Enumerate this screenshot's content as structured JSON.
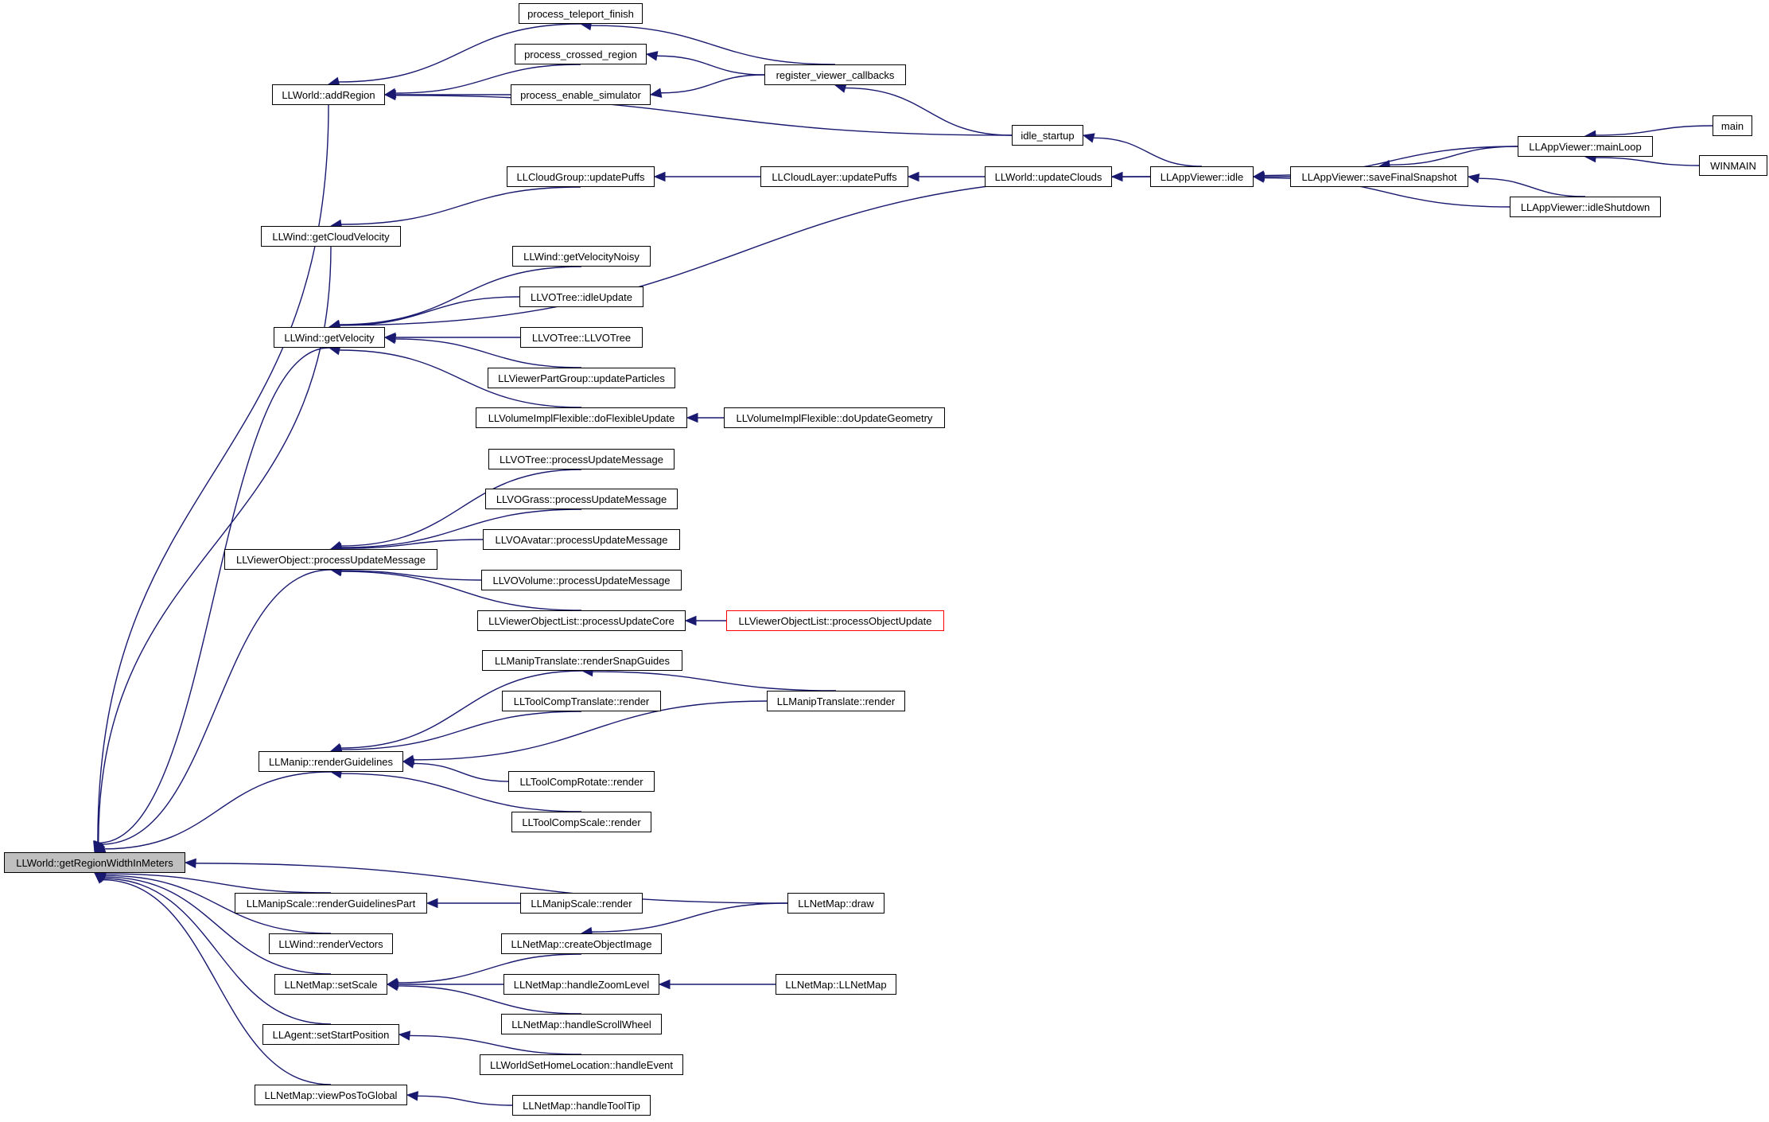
{
  "graph": {
    "root": {
      "label": "LLWorld::getRegionWidthInMeters"
    },
    "nodes": {
      "process_teleport_finish": "process_teleport_finish",
      "process_crossed_region": "process_crossed_region",
      "process_enable_simulator": "process_enable_simulator",
      "register_viewer_callbacks": "register_viewer_callbacks",
      "llworld_addregion": "LLWorld::addRegion",
      "idle_startup": "idle_startup",
      "llappviewer_mainloop": "LLAppViewer::mainLoop",
      "main": "main",
      "winmain": "WINMAIN",
      "llcloudgroup_updatepuffs": "LLCloudGroup::updatePuffs",
      "llcloudlayer_updatepuffs": "LLCloudLayer::updatePuffs",
      "llworld_updateclouds": "LLWorld::updateClouds",
      "llappviewer_idle": "LLAppViewer::idle",
      "llappviewer_savefinalsnapshot": "LLAppViewer::saveFinalSnapshot",
      "llappviewer_idleshutdown": "LLAppViewer::idleShutdown",
      "llwind_getcloudvelocity": "LLWind::getCloudVelocity",
      "llwind_getvelocitynoisy": "LLWind::getVelocityNoisy",
      "llvotree_idleupdate": "LLVOTree::idleUpdate",
      "llwind_getvelocity": "LLWind::getVelocity",
      "llvotree_llvotree": "LLVOTree::LLVOTree",
      "llviewerpartgroup_updateparticles": "LLViewerPartGroup::updateParticles",
      "llvolumeimplflexible_doflexibleupdate": "LLVolumeImplFlexible::doFlexibleUpdate",
      "llvolumeimplflexible_doupdategeometry": "LLVolumeImplFlexible::doUpdateGeometry",
      "llvotree_processupdatemessage": "LLVOTree::processUpdateMessage",
      "llvograss_processupdatemessage": "LLVOGrass::processUpdateMessage",
      "llvoavatar_processupdatemessage": "LLVOAvatar::processUpdateMessage",
      "llviewerobject_processupdatemessage": "LLViewerObject::processUpdateMessage",
      "llvovolume_processupdatemessage": "LLVOVolume::processUpdateMessage",
      "llviewerobjectlist_processupdatecore": "LLViewerObjectList::processUpdateCore",
      "llviewerobjectlist_processobjectupdate": "LLViewerObjectList::processObjectUpdate",
      "llmaniptranslate_rendersnapguides": "LLManipTranslate::renderSnapGuides",
      "lltoolcomptranslate_render": "LLToolCompTranslate::render",
      "llmaniptranslate_render": "LLManipTranslate::render",
      "llmanip_renderguidelines": "LLManip::renderGuidelines",
      "lltoolcomprotate_render": "LLToolCompRotate::render",
      "lltoolcompscale_render": "LLToolCompScale::render",
      "llmanipscale_renderguidelinespart": "LLManipScale::renderGuidelinesPart",
      "llmanipscale_render": "LLManipScale::render",
      "llnetmap_draw": "LLNetMap::draw",
      "llwind_rendervectors": "LLWind::renderVectors",
      "llnetmap_createobjectimage": "LLNetMap::createObjectImage",
      "llnetmap_setscale": "LLNetMap::setScale",
      "llnetmap_handlezoomlevel": "LLNetMap::handleZoomLevel",
      "llnetmap_llnetmap": "LLNetMap::LLNetMap",
      "llnetmap_handlescrollwheel": "LLNetMap::handleScrollWheel",
      "llagent_setstartposition": "LLAgent::setStartPosition",
      "llworldsethomelocation_handleevent": "LLWorldSetHomeLocation::handleEvent",
      "llnetmap_viewpostoglobal": "LLNetMap::viewPosToGlobal",
      "llnetmap_handletooltip": "LLNetMap::handleToolTip"
    },
    "edges": [
      [
        "process_teleport_finish",
        "llworld_addregion"
      ],
      [
        "process_crossed_region",
        "llworld_addregion"
      ],
      [
        "process_enable_simulator",
        "llworld_addregion"
      ],
      [
        "idle_startup",
        "llworld_addregion"
      ],
      [
        "register_viewer_callbacks",
        "process_teleport_finish"
      ],
      [
        "register_viewer_callbacks",
        "process_crossed_region"
      ],
      [
        "register_viewer_callbacks",
        "process_enable_simulator"
      ],
      [
        "idle_startup",
        "register_viewer_callbacks"
      ],
      [
        "llappviewer_idle",
        "idle_startup"
      ],
      [
        "llappviewer_mainloop",
        "llappviewer_idle"
      ],
      [
        "llappviewer_savefinalsnapshot",
        "llappviewer_idle"
      ],
      [
        "llappviewer_idleshutdown",
        "llappviewer_idle"
      ],
      [
        "llappviewer_mainloop",
        "llappviewer_savefinalsnapshot"
      ],
      [
        "llappviewer_idleshutdown",
        "llappviewer_savefinalsnapshot"
      ],
      [
        "main",
        "llappviewer_mainloop"
      ],
      [
        "winmain",
        "llappviewer_mainloop"
      ],
      [
        "llcloudlayer_updatepuffs",
        "llcloudgroup_updatepuffs"
      ],
      [
        "llworld_updateclouds",
        "llcloudlayer_updatepuffs"
      ],
      [
        "llappviewer_idle",
        "llworld_updateclouds"
      ],
      [
        "llcloudgroup_updatepuffs",
        "llwind_getcloudvelocity"
      ],
      [
        "llappviewer_idle",
        "llwind_getvelocity"
      ],
      [
        "llwind_getvelocitynoisy",
        "llwind_getvelocity"
      ],
      [
        "llvotree_idleupdate",
        "llwind_getvelocity"
      ],
      [
        "llvotree_llvotree",
        "llwind_getvelocity"
      ],
      [
        "llviewerpartgroup_updateparticles",
        "llwind_getvelocity"
      ],
      [
        "llvolumeimplflexible_doflexibleupdate",
        "llwind_getvelocity"
      ],
      [
        "llvolumeimplflexible_doupdategeometry",
        "llvolumeimplflexible_doflexibleupdate"
      ],
      [
        "llvotree_processupdatemessage",
        "llviewerobject_processupdatemessage"
      ],
      [
        "llvograss_processupdatemessage",
        "llviewerobject_processupdatemessage"
      ],
      [
        "llvoavatar_processupdatemessage",
        "llviewerobject_processupdatemessage"
      ],
      [
        "llvovolume_processupdatemessage",
        "llviewerobject_processupdatemessage"
      ],
      [
        "llviewerobjectlist_processupdatecore",
        "llviewerobject_processupdatemessage"
      ],
      [
        "llviewerobjectlist_processobjectupdate",
        "llviewerobjectlist_processupdatecore"
      ],
      [
        "llmaniptranslate_rendersnapguides",
        "llmanip_renderguidelines"
      ],
      [
        "lltoolcomptranslate_render",
        "llmanip_renderguidelines"
      ],
      [
        "llmaniptranslate_render",
        "llmanip_renderguidelines"
      ],
      [
        "lltoolcomprotate_render",
        "llmanip_renderguidelines"
      ],
      [
        "lltoolcompscale_render",
        "llmanip_renderguidelines"
      ],
      [
        "llmaniptranslate_render",
        "llmaniptranslate_rendersnapguides"
      ],
      [
        "llmanipscale_render",
        "llmanipscale_renderguidelinespart"
      ],
      [
        "llnetmap_createobjectimage",
        "llnetmap_setscale"
      ],
      [
        "llnetmap_handlezoomlevel",
        "llnetmap_setscale"
      ],
      [
        "llnetmap_handlescrollwheel",
        "llnetmap_setscale"
      ],
      [
        "llnetmap_draw",
        "llnetmap_createobjectimage"
      ],
      [
        "llnetmap_llnetmap",
        "llnetmap_handlezoomlevel"
      ],
      [
        "llworldsethomelocation_handleevent",
        "llagent_setstartposition"
      ],
      [
        "llnetmap_handletooltip",
        "llnetmap_viewpostoglobal"
      ],
      [
        "llworld_addregion",
        "root"
      ],
      [
        "llwind_getcloudvelocity",
        "root"
      ],
      [
        "llwind_getvelocity",
        "root"
      ],
      [
        "llviewerobject_processupdatemessage",
        "root"
      ],
      [
        "llmanip_renderguidelines",
        "root"
      ],
      [
        "llnetmap_draw",
        "root"
      ],
      [
        "llmanipscale_renderguidelinespart",
        "root"
      ],
      [
        "llwind_rendervectors",
        "root"
      ],
      [
        "llnetmap_setscale",
        "root"
      ],
      [
        "llagent_setstartposition",
        "root"
      ],
      [
        "llnetmap_viewpostoglobal",
        "root"
      ]
    ]
  }
}
